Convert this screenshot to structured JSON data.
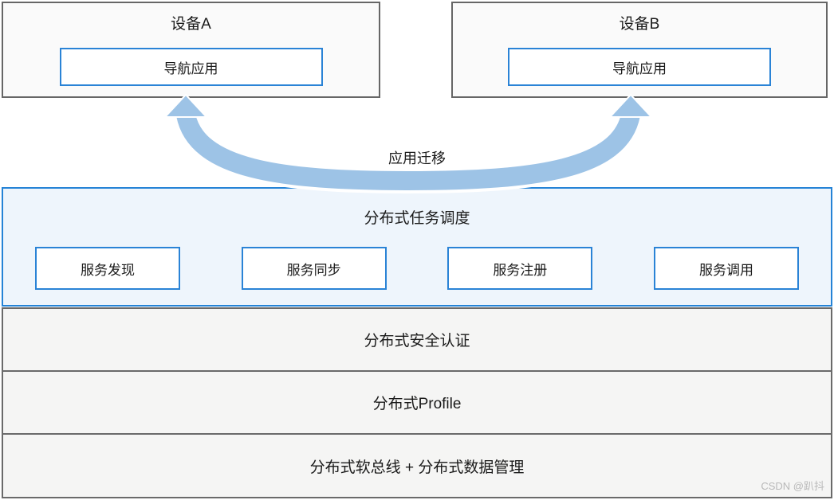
{
  "diagram": {
    "devices": [
      {
        "title": "设备A",
        "app": "导航应用"
      },
      {
        "title": "设备B",
        "app": "导航应用"
      }
    ],
    "migration_label": "应用迁移",
    "scheduler": {
      "title": "分布式任务调度",
      "services": [
        "服务发现",
        "服务同步",
        "服务注册",
        "服务调用"
      ]
    },
    "layers": [
      "分布式安全认证",
      "分布式Profile",
      "分布式软总线 + 分布式数据管理"
    ],
    "watermark": "CSDN @趴抖",
    "colors": {
      "accent_blue_border": "#2a83d6",
      "panel_fill": "#eef5fc",
      "arrow_fill": "#9dc3e6",
      "device_border_gray": "#666666",
      "layer_border_gray": "#6a6a6a",
      "layer_fill": "#f5f5f4"
    }
  }
}
